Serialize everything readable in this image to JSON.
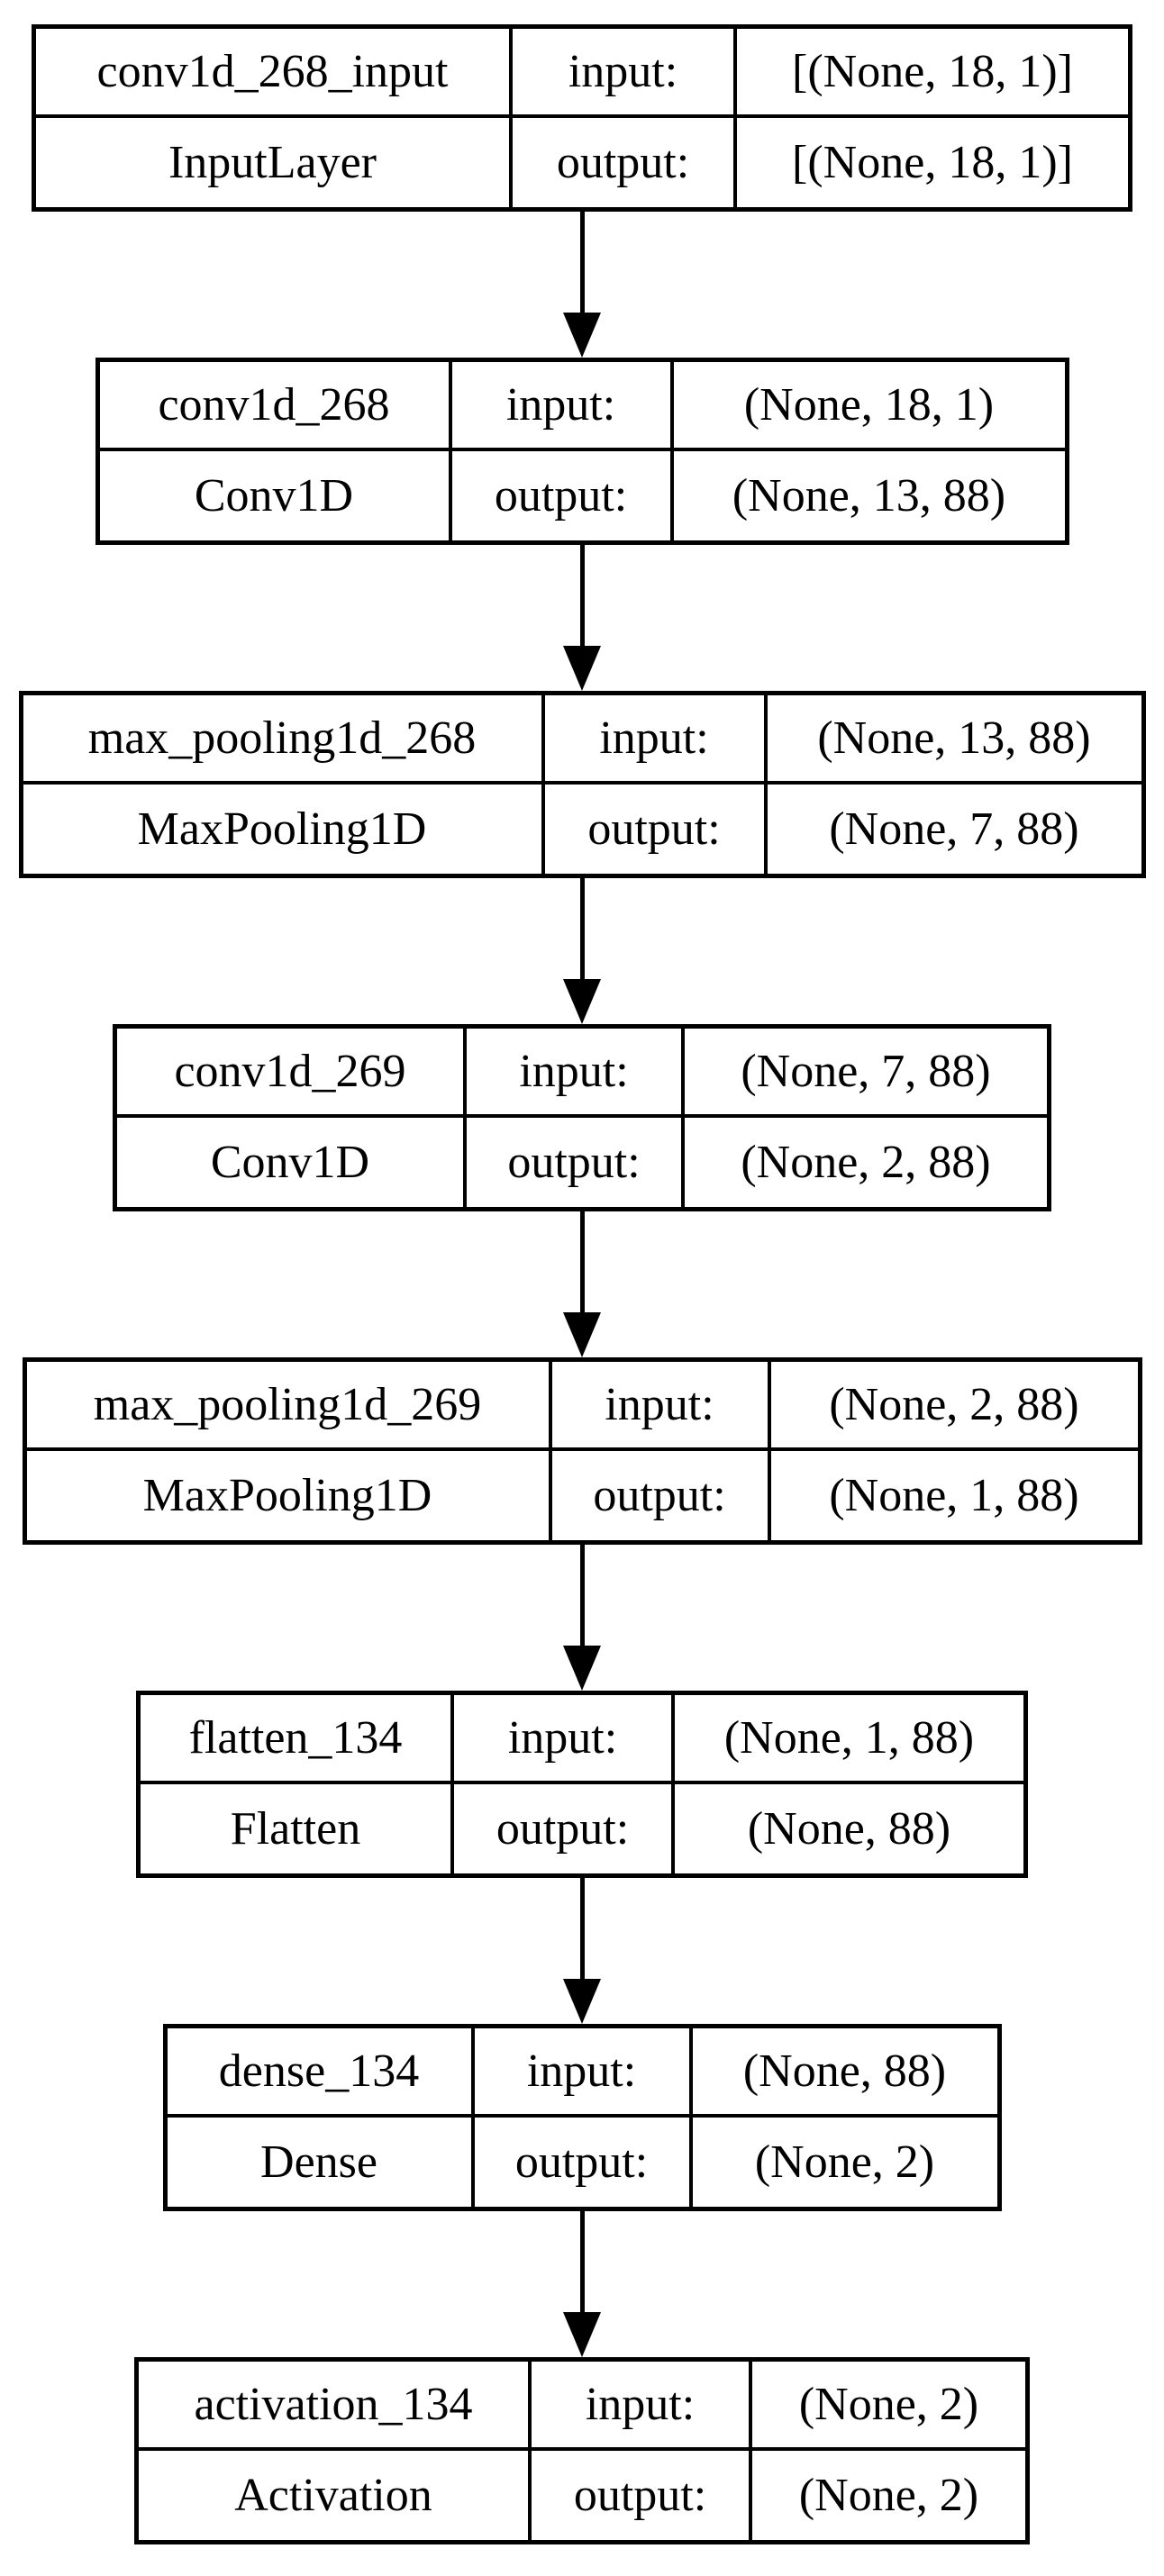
{
  "diagram": {
    "kind": "keras-model-architecture-flowchart",
    "direction": "top-to-bottom",
    "arrow_count": 7,
    "colors": {
      "background": "#ffffff",
      "border": "#000000",
      "text": "#000000",
      "arrow": "#000000"
    }
  },
  "nodes": [
    {
      "name": "conv1d_268_input",
      "type": "InputLayer",
      "input_label": "input:",
      "output_label": "output:",
      "input_shape": "[(None, 18, 1)]",
      "output_shape": "[(None, 18, 1)]"
    },
    {
      "name": "conv1d_268",
      "type": "Conv1D",
      "input_label": "input:",
      "output_label": "output:",
      "input_shape": "(None, 18, 1)",
      "output_shape": "(None, 13, 88)"
    },
    {
      "name": "max_pooling1d_268",
      "type": "MaxPooling1D",
      "input_label": "input:",
      "output_label": "output:",
      "input_shape": "(None, 13, 88)",
      "output_shape": "(None, 7, 88)"
    },
    {
      "name": "conv1d_269",
      "type": "Conv1D",
      "input_label": "input:",
      "output_label": "output:",
      "input_shape": "(None, 7, 88)",
      "output_shape": "(None, 2, 88)"
    },
    {
      "name": "max_pooling1d_269",
      "type": "MaxPooling1D",
      "input_label": "input:",
      "output_label": "output:",
      "input_shape": "(None, 2, 88)",
      "output_shape": "(None, 1, 88)"
    },
    {
      "name": "flatten_134",
      "type": "Flatten",
      "input_label": "input:",
      "output_label": "output:",
      "input_shape": "(None, 1, 88)",
      "output_shape": "(None, 88)"
    },
    {
      "name": "dense_134",
      "type": "Dense",
      "input_label": "input:",
      "output_label": "output:",
      "input_shape": "(None, 88)",
      "output_shape": "(None, 2)"
    },
    {
      "name": "activation_134",
      "type": "Activation",
      "input_label": "input:",
      "output_label": "output:",
      "input_shape": "(None, 2)",
      "output_shape": "(None, 2)"
    }
  ]
}
